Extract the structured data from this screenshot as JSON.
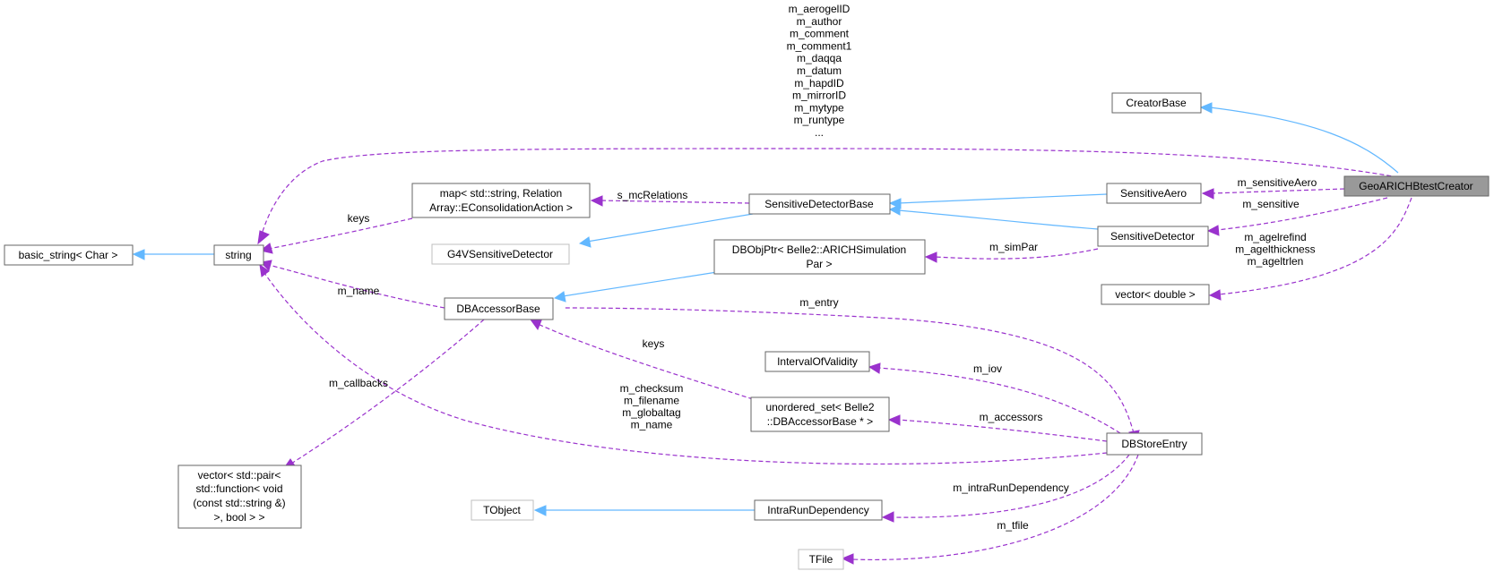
{
  "colors": {
    "inheritance_edge": "#63b8ff",
    "usage_edge": "#9a32cd",
    "focus_node_fill": "#999999",
    "external_node_border": "#bfbfbf"
  },
  "nodes": {
    "geo_arich_btest_creator": "GeoARICHBtestCreator",
    "creator_base": "CreatorBase",
    "sensitive_aero": "SensitiveAero",
    "sensitive_detector": "SensitiveDetector",
    "sensitive_detector_base": "SensitiveDetectorBase",
    "vector_double": "vector< double >",
    "map_line1": "map< std::string, Relation",
    "map_line2": "Array::EConsolidationAction >",
    "string": "string",
    "basic_string": "basic_string< Char >",
    "g4_sensitive_detector": "G4VSensitiveDetector",
    "dbobjptr_line1": "DBObjPtr< Belle2::ARICHSimulation",
    "dbobjptr_line2": "Par >",
    "db_accessor_base": "DBAccessorBase",
    "interval_of_validity": "IntervalOfValidity",
    "unordered_set_line1": "unordered_set< Belle2",
    "unordered_set_line2": "::DBAccessorBase * >",
    "db_store_entry": "DBStoreEntry",
    "vector_pair_line1": "vector< std::pair<",
    "vector_pair_line2": "std::function< void",
    "vector_pair_line3": "(const std::string &)",
    "vector_pair_line4": ">, bool > >",
    "tobject": "TObject",
    "intra_run_dependency": "IntraRunDependency",
    "tfile": "TFile"
  },
  "edge_labels": {
    "top_members": [
      "m_aerogelID",
      "m_author",
      "m_comment",
      "m_comment1",
      "m_daqqa",
      "m_datum",
      "m_hapdID",
      "m_mirrorID",
      "m_mytype",
      "m_runtype",
      "..."
    ],
    "m_sensitive_aero": "m_sensitiveAero",
    "m_sensitive": "m_sensitive",
    "agel_members": [
      "m_agelrefind",
      "m_agelthickness",
      "m_ageltrlen"
    ],
    "s_mc_relations": "s_mcRelations",
    "keys_map": "keys",
    "m_sim_par": "m_simPar",
    "m_name": "m_name",
    "m_entry": "m_entry",
    "keys_set": "keys",
    "m_callbacks": "m_callbacks",
    "m_iov": "m_iov",
    "checksum_members": [
      "m_checksum",
      "m_filename",
      "m_globaltag",
      "m_name"
    ],
    "m_accessors": "m_accessors",
    "m_intra_run_dependency": "m_intraRunDependency",
    "m_tfile": "m_tfile"
  }
}
